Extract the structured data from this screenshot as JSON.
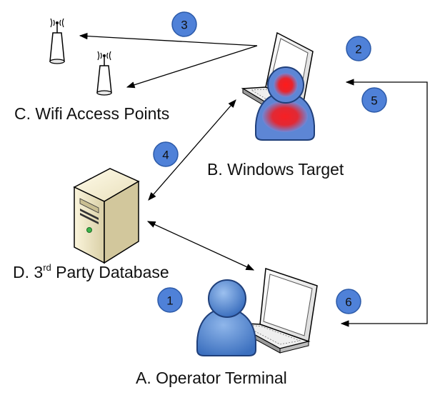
{
  "nodes": {
    "wifi": {
      "label": "C. Wifi Access Points"
    },
    "target": {
      "label": "B. Windows Target"
    },
    "database": {
      "label_prefix": "D. 3",
      "label_sup": "rd",
      "label_suffix": " Party Database"
    },
    "operator": {
      "label": "A. Operator Terminal"
    }
  },
  "steps": [
    "1",
    "2",
    "3",
    "4",
    "5",
    "6"
  ],
  "colors": {
    "badge_fill": "#4f81d8",
    "badge_stroke": "#2c5aa8",
    "person_blue": "#5b8ed6",
    "person_red": "#e8242c",
    "arrow": "#000000"
  }
}
